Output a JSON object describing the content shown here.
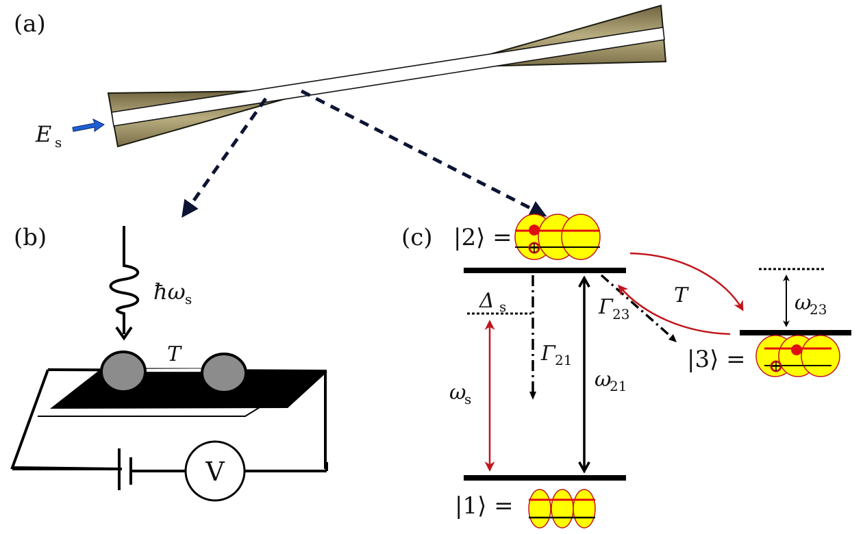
{
  "panels": {
    "a": {
      "label": "(a)",
      "field_label": "E",
      "field_sub": "s"
    },
    "b": {
      "label": "(b)",
      "photon_label": "ħω",
      "photon_sub": "s",
      "tunneling_label": "T",
      "voltmeter_label": "V"
    },
    "c": {
      "label": "(c)",
      "state2": "|2⟩ =",
      "state1": "|1⟩ =",
      "state3": "|3⟩ =",
      "detuning": "Δ",
      "detuning_sub": "s",
      "gamma21": "Γ",
      "gamma21_sub": "21",
      "gamma23": "Γ",
      "gamma23_sub": "23",
      "omega_s": "ω",
      "omega_s_sub": "s",
      "omega21": "ω",
      "omega21_sub": "21",
      "omega23": "ω",
      "omega23_sub": "23",
      "tunneling_label": "T"
    }
  },
  "colors": {
    "waveguide": "#8a7d52",
    "waveguide_light": "#b3a77a",
    "arrow_blue": "#1e5fd6",
    "dashed_navy": "#0d1433",
    "red": "#c0161b",
    "dot_yellow": "#ffff00",
    "particle_red": "#e01010",
    "dot_gray": "#8c8c8c"
  }
}
